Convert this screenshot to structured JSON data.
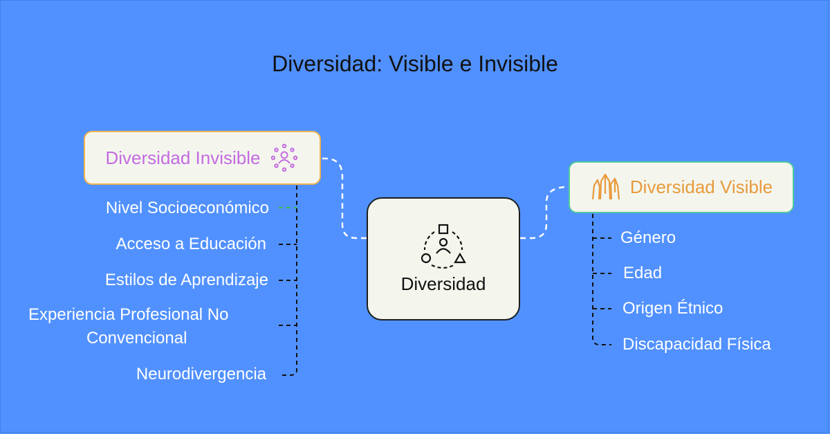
{
  "title": "Diversidad: Visible e Invisible",
  "center": {
    "label": "Diversidad",
    "icon": "diversity-shapes-icon"
  },
  "invisible": {
    "label": "Diversidad Invisible",
    "icon": "people-network-icon",
    "items": [
      "Nivel Socioeconómico",
      "Acceso a Educación",
      "Estilos de Aprendizaje",
      "Experiencia Profesional No",
      "Convencional",
      "Neurodivergencia"
    ]
  },
  "visible": {
    "label": "Diversidad Visible",
    "icon": "crystal-cluster-icon",
    "items": [
      "Género",
      "Edad",
      "Origen Étnico",
      "Discapacidad Física"
    ]
  },
  "colors": {
    "background": "#5191ff",
    "card_fill": "#f4f6ee",
    "invisible_text": "#c46be0",
    "invisible_border": "#f2b24c",
    "visible_text": "#e89a3c",
    "visible_border": "#4fc99a",
    "item_text": "#ffffff"
  }
}
